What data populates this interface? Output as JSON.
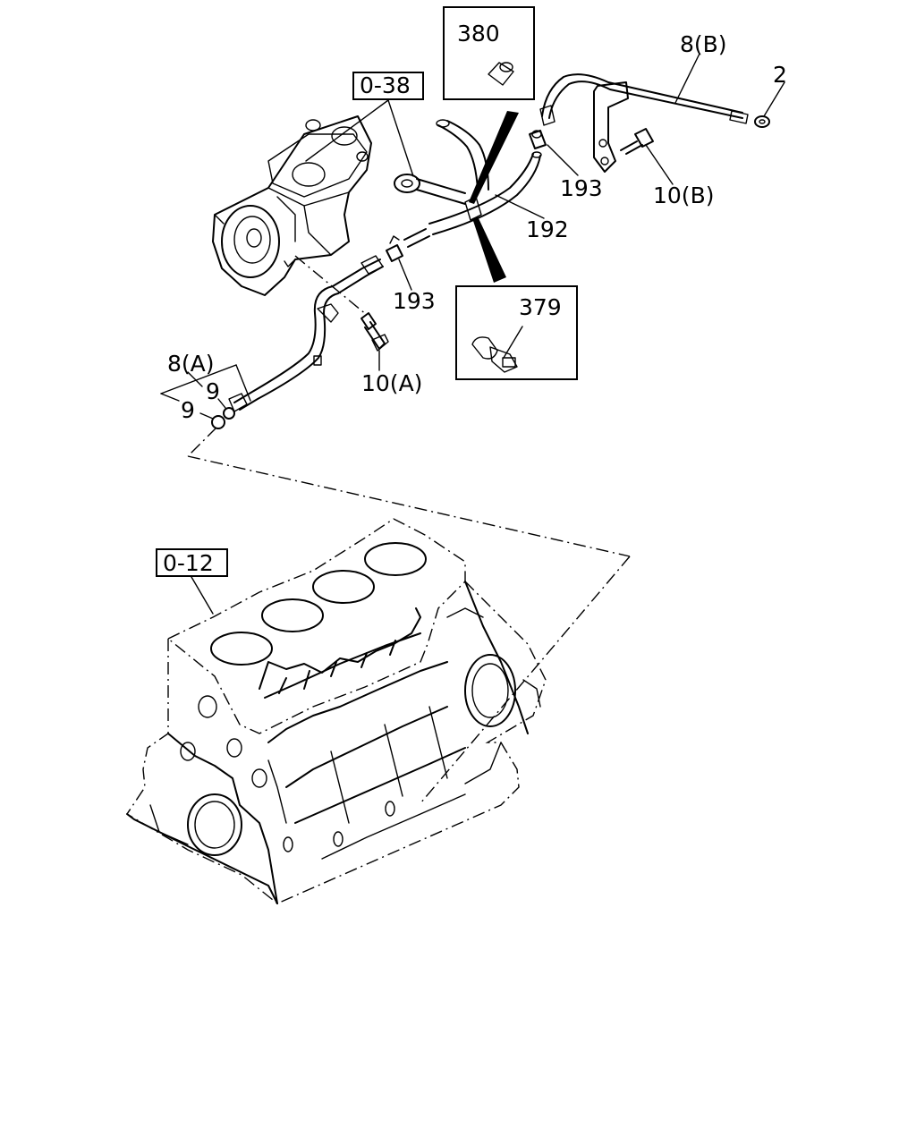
{
  "labels": {
    "ref_038": "0-38",
    "ref_012": "0-12",
    "inset_380": "380",
    "inset_379": "379",
    "part_8b": "8(B)",
    "part_2": "2",
    "part_193_top": "193",
    "part_10b": "10(B)",
    "part_192": "192",
    "part_193_mid": "193",
    "part_10a": "10(A)",
    "part_8a": "8(A)",
    "part_9_upper": "9",
    "part_9_lower": "9"
  }
}
